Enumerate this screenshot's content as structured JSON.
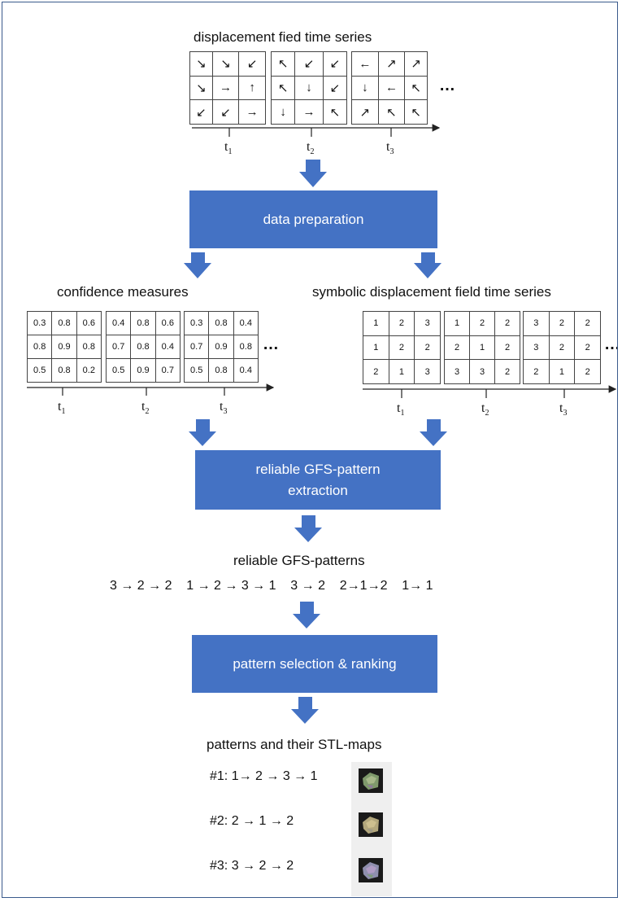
{
  "diagram": {
    "top": {
      "label": "displacement fied time series",
      "ticks": [
        "t",
        "t",
        "t"
      ],
      "tick_subs": [
        "1",
        "2",
        "3"
      ],
      "ellipsis": "…",
      "grids": [
        [
          [
            "↘",
            "↘",
            "↙"
          ],
          [
            "↘",
            "→",
            "↑"
          ],
          [
            "↙",
            "↙",
            "→"
          ]
        ],
        [
          [
            "↖",
            "↙",
            "↙"
          ],
          [
            "↖",
            "↓",
            "↙"
          ],
          [
            "↓",
            "→",
            "↖"
          ]
        ],
        [
          [
            "←",
            "↗",
            "↗"
          ],
          [
            "↓",
            "←",
            "↖"
          ],
          [
            "↗",
            "↖",
            "↖"
          ]
        ]
      ]
    },
    "box_data_prep": "data preparation",
    "confidence": {
      "label": "confidence measures",
      "ticks": [
        "t",
        "t",
        "t"
      ],
      "tick_subs": [
        "1",
        "2",
        "3"
      ],
      "ellipsis": "…",
      "grids": [
        [
          [
            "0.3",
            "0.8",
            "0.6"
          ],
          [
            "0.8",
            "0.9",
            "0.8"
          ],
          [
            "0.5",
            "0.8",
            "0.2"
          ]
        ],
        [
          [
            "0.4",
            "0.8",
            "0.6"
          ],
          [
            "0.7",
            "0.8",
            "0.4"
          ],
          [
            "0.5",
            "0.9",
            "0.7"
          ]
        ],
        [
          [
            "0.3",
            "0.8",
            "0.4"
          ],
          [
            "0.7",
            "0.9",
            "0.8"
          ],
          [
            "0.5",
            "0.8",
            "0.4"
          ]
        ]
      ]
    },
    "symbolic": {
      "label": "symbolic displacement field time series",
      "ticks": [
        "t",
        "t",
        "t"
      ],
      "tick_subs": [
        "1",
        "2",
        "3"
      ],
      "ellipsis": "…",
      "grids": [
        [
          [
            "1",
            "2",
            "3"
          ],
          [
            "1",
            "2",
            "2"
          ],
          [
            "2",
            "1",
            "3"
          ]
        ],
        [
          [
            "1",
            "2",
            "2"
          ],
          [
            "2",
            "1",
            "2"
          ],
          [
            "3",
            "3",
            "2"
          ]
        ],
        [
          [
            "3",
            "2",
            "2"
          ],
          [
            "3",
            "2",
            "2"
          ],
          [
            "2",
            "1",
            "2"
          ]
        ]
      ]
    },
    "box_extraction_line1": "reliable GFS-pattern",
    "box_extraction_line2": "extraction",
    "reliable_patterns": {
      "label": "reliable GFS-patterns",
      "sequence": "3 → 2 → 2    1 → 2 → 3 → 1    3 → 2    2→1→2    1→ 1"
    },
    "box_selection": "pattern selection & ranking",
    "results": {
      "label": "patterns and their STL-maps",
      "items": [
        "#1: 1→ 2 → 3 → 1",
        "#2: 2 → 1 → 2",
        "#3: 3 → 2 → 2"
      ]
    },
    "colors": {
      "accent": "#4472c4",
      "frame": "#3a5a8c"
    }
  }
}
